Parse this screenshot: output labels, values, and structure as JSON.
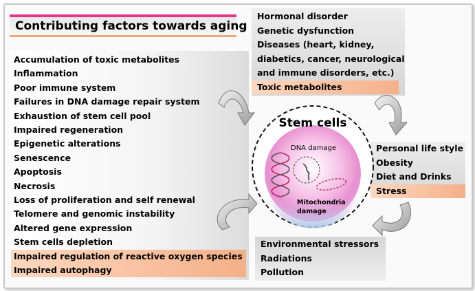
{
  "title": "Contributing factors towards aging",
  "left_list": [
    {
      "label": "Accumulation of toxic metabolites",
      "highlight": false
    },
    {
      "label": "Inflammation",
      "highlight": false
    },
    {
      "label": "Poor immune system",
      "highlight": false
    },
    {
      "label": "Failures in DNA damage repair system",
      "highlight": false
    },
    {
      "label": "Exhaustion of stem cell pool",
      "highlight": false
    },
    {
      "label": "Impaired regeneration",
      "highlight": false
    },
    {
      "label": "Epigenetic alterations",
      "highlight": false
    },
    {
      "label": "Senescence",
      "highlight": false
    },
    {
      "label": "Apoptosis",
      "highlight": false
    },
    {
      "label": "Necrosis",
      "highlight": false
    },
    {
      "label": "Loss of proliferation and self renewal",
      "highlight": false
    },
    {
      "label": "Telomere and genomic instability",
      "highlight": false
    },
    {
      "label": "Altered gene expression",
      "highlight": false
    },
    {
      "label": "Stem cells depletion",
      "highlight": false
    },
    {
      "label": "Impaired regulation of reactive oxygen species",
      "highlight": true
    },
    {
      "label": "Impaired autophagy",
      "highlight": true
    }
  ],
  "top_right": [
    {
      "label": "Hormonal disorder",
      "highlight": false
    },
    {
      "label": "Genetic dysfunction",
      "highlight": false
    },
    {
      "label": "Diseases (heart, kidney,",
      "highlight": false
    },
    {
      "label": "diabetics, cancer, neurological",
      "highlight": false
    },
    {
      "label": "and immune disorders, etc.)",
      "highlight": false
    },
    {
      "label": "Toxic metabolites",
      "highlight": true
    }
  ],
  "right": [
    {
      "label": "Personal life style",
      "highlight": false
    },
    {
      "label": "Obesity",
      "highlight": false
    },
    {
      "label": "Diet and Drinks",
      "highlight": false
    },
    {
      "label": "Stress",
      "highlight": true
    }
  ],
  "bottom": [
    {
      "label": "Environmental stressors",
      "highlight": false
    },
    {
      "label": "Radiations",
      "highlight": false
    },
    {
      "label": "Pollution",
      "highlight": false
    }
  ],
  "center": {
    "title": "Stem cells",
    "dna_label": "DNA damage",
    "mito_label_1": "Mitochondria",
    "mito_label_2": "damage"
  },
  "colors": {
    "accent_pink": "#e8338a",
    "highlight_orange": "#f4b088",
    "cell_pink": "#f0a0d8",
    "cell_blue": "#a8c8e8"
  }
}
